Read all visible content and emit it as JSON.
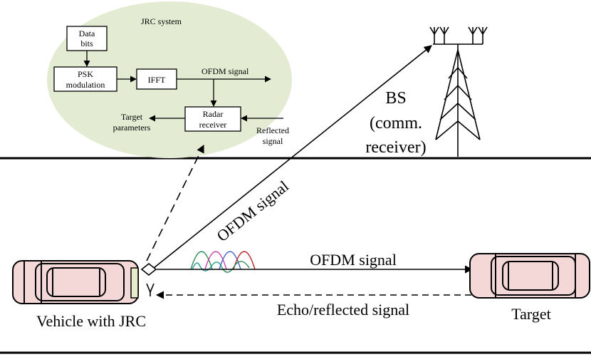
{
  "jrc_system": {
    "title": "JRC system",
    "data_bits_line1": "Data",
    "data_bits_line2": "bits",
    "psk_line1": "PSK",
    "psk_line2": "modulation",
    "ifft": "IFFT",
    "ofdm_signal": "OFDM signal",
    "radar_line1": "Radar",
    "radar_line2": "receiver",
    "target_params_line1": "Target",
    "target_params_line2": "parameters",
    "reflected_line1": "Reflected",
    "reflected_line2": "signal",
    "bubble_color": "#e3ecd2"
  },
  "base_station": {
    "line1": "BS",
    "line2": "(comm.",
    "line3": "receiver)"
  },
  "uplink_label": "OFDM signal",
  "forward_label": "OFDM signal",
  "echo_label": "Echo/reflected signal",
  "vehicle_label": "Vehicle with JRC",
  "target_label": "Target",
  "car_color": "#f4d7d7",
  "spectrum_colors": [
    "#2e8b57",
    "#cc44aa",
    "#4466cc",
    "#bb2222",
    "#2a9d8f"
  ]
}
